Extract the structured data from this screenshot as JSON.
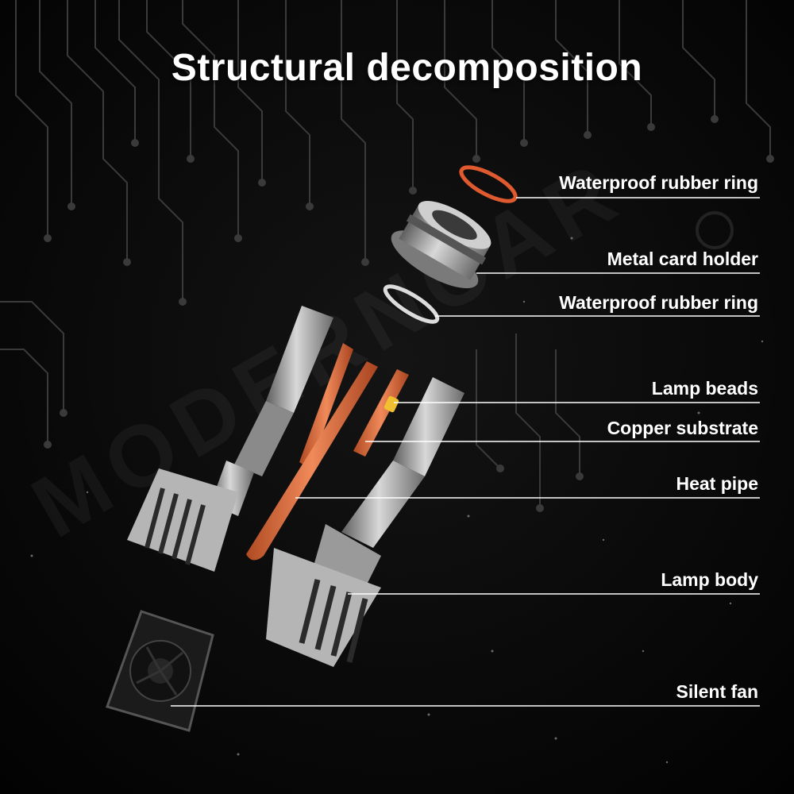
{
  "title": "Structural decomposition",
  "components": [
    {
      "id": "waterproof-rubber-ring-top",
      "label": "Waterproof rubber ring"
    },
    {
      "id": "metal-card-holder",
      "label": "Metal card holder"
    },
    {
      "id": "waterproof-rubber-ring-bottom",
      "label": "Waterproof rubber ring"
    },
    {
      "id": "lamp-beads",
      "label": "Lamp beads"
    },
    {
      "id": "copper-substrate",
      "label": "Copper substrate"
    },
    {
      "id": "heat-pipe",
      "label": "Heat pipe"
    },
    {
      "id": "lamp-body",
      "label": "Lamp body"
    },
    {
      "id": "silent-fan",
      "label": "Silent fan"
    }
  ],
  "watermark": "MODERNCAR",
  "colors": {
    "background": "#060606",
    "circuit": "#3a3a3a",
    "copper": "#d86a3a",
    "metal": "#a8a8a8",
    "text": "#ffffff"
  }
}
